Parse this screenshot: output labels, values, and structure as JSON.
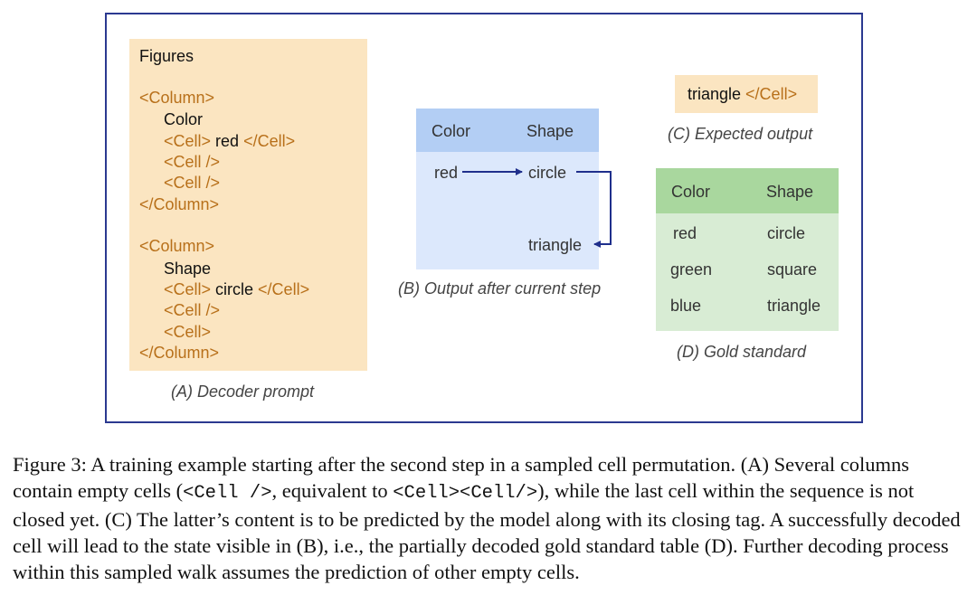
{
  "panel_a": {
    "title": "Figures",
    "col1_open": "<Column>",
    "col1_name": "Color",
    "col1_cell1_open": "<Cell>",
    "col1_cell1_value": " red ",
    "col1_cell1_close": "</Cell>",
    "col1_cell2": "<Cell />",
    "col1_cell3": "<Cell />",
    "col1_close": "</Column>",
    "col2_open": "<Column>",
    "col2_name": "Shape",
    "col2_cell1_open": "<Cell>",
    "col2_cell1_value": " circle ",
    "col2_cell1_close": "</Cell>",
    "col2_cell2": "<Cell />",
    "col2_cell3": "<Cell>",
    "col2_close": "</Column>",
    "caption": "(A) Decoder prompt"
  },
  "panel_b": {
    "header_color": "Color",
    "header_shape": "Shape",
    "row1_color": "red",
    "row1_shape": "circle",
    "row3_shape": "triangle",
    "caption": "(B) Output after current step"
  },
  "panel_c": {
    "value": "triangle ",
    "close_tag": "</Cell>",
    "caption": "(C) Expected output"
  },
  "panel_d": {
    "header_color": "Color",
    "header_shape": "Shape",
    "rows": [
      {
        "color": "red",
        "shape": "circle"
      },
      {
        "color": "green",
        "shape": "square"
      },
      {
        "color": "blue",
        "shape": "triangle"
      }
    ],
    "caption": "(D) Gold standard"
  },
  "colors": {
    "frame": "#2b3990",
    "arrow": "#1f2f8c",
    "tag": "#b8701a",
    "prompt_bg": "#fbe5c1",
    "blue_header": "#b3cef4",
    "blue_body": "#dce8fc",
    "green_header": "#a9d79e",
    "green_body": "#d8ecd4"
  },
  "figure_caption": {
    "part1": "Figure 3: A training example starting after the second step in a sampled cell permutation. (A) Several columns contain empty cells (",
    "code1": "<Cell />",
    "part2": ", equivalent to ",
    "code2": "<Cell><Cell/>",
    "part3": "), while the last cell within the sequence is not closed yet. (C) The latter’s content is to be predicted by the model along with its closing tag. A successfully decoded cell will lead to the state visible in (B), i.e., the partially decoded gold standard table (D). Further decoding process within this sampled walk assumes the prediction of other empty cells."
  }
}
